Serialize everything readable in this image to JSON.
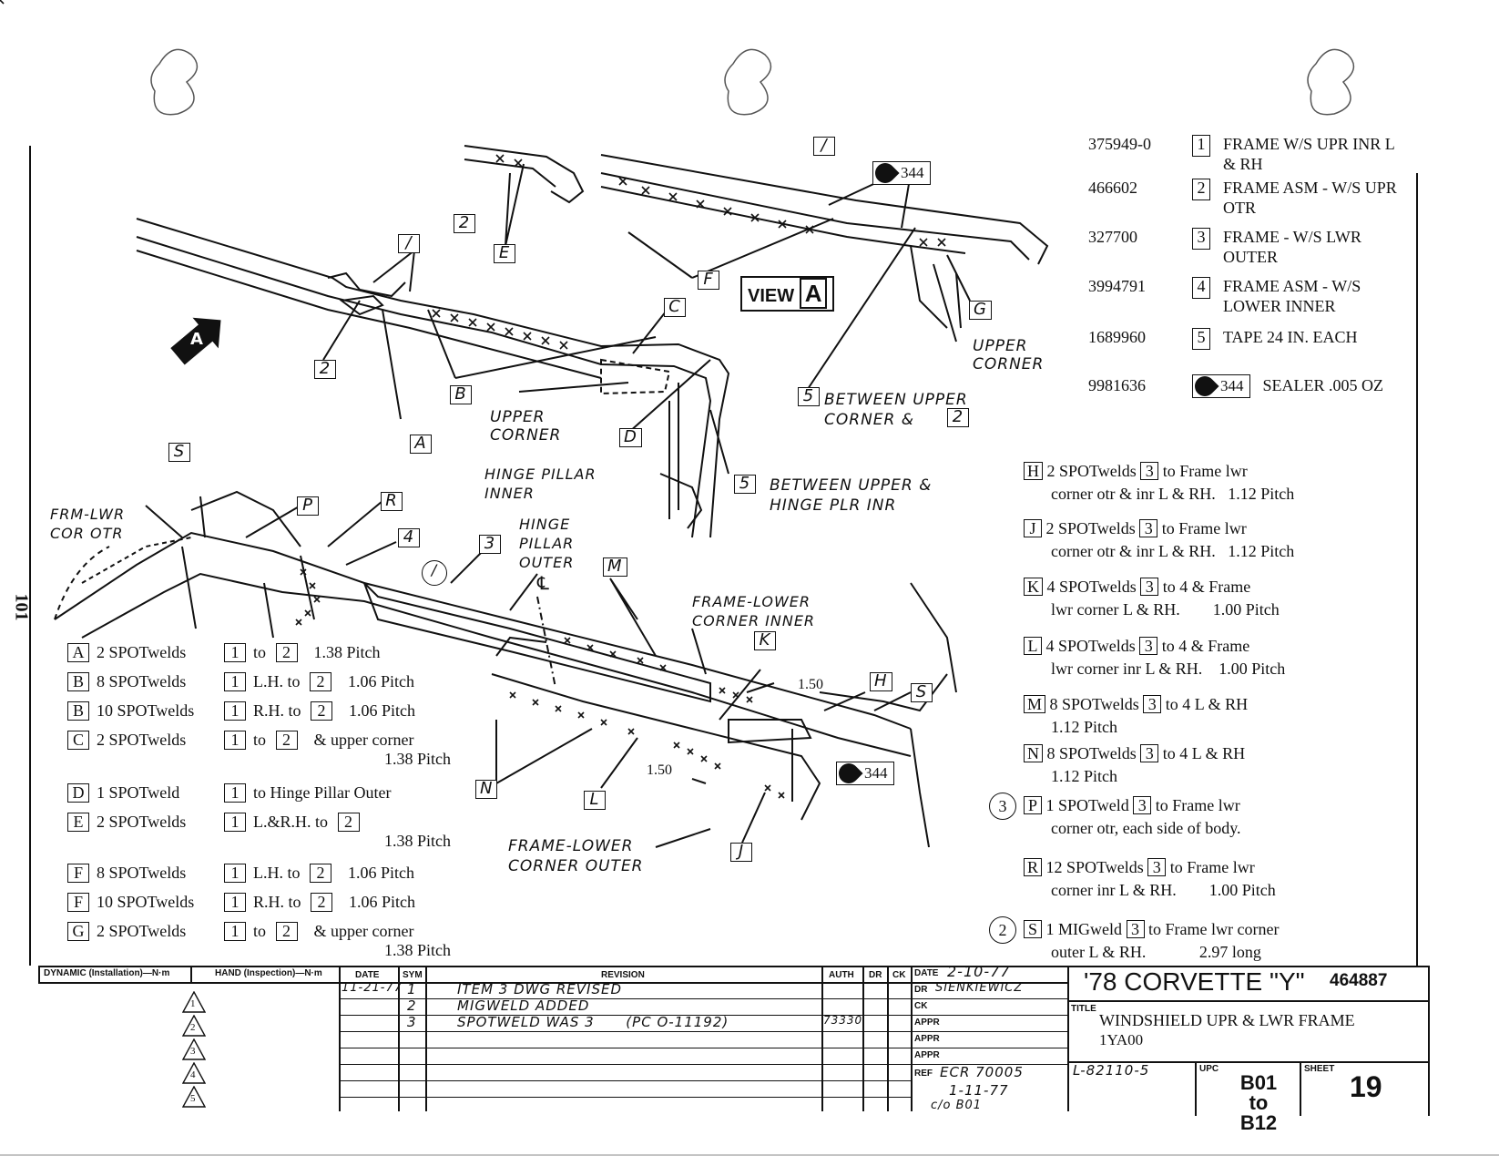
{
  "page_number": "101",
  "view_label": "VIEW",
  "view_letter": "A",
  "arrow_letter": "A",
  "sealer_code": "344",
  "parts": [
    {
      "pn": "375949-0",
      "ref": "1",
      "desc": "FRAME W/S UPR INR L & RH"
    },
    {
      "pn": "466602",
      "ref": "2",
      "desc": "FRAME ASM - W/S UPR OTR"
    },
    {
      "pn": "327700",
      "ref": "3",
      "desc": "FRAME - W/S LWR OUTER"
    },
    {
      "pn": "3994791",
      "ref": "4",
      "desc": "FRAME ASM - W/S LOWER INNER"
    },
    {
      "pn": "1689960",
      "ref": "5",
      "desc": "TAPE 24 IN. EACH"
    },
    {
      "pn": "9981636",
      "ref": "344",
      "desc": "SEALER .005 OZ"
    }
  ],
  "right_notes": [
    {
      "key": "H",
      "text": "2 SPOTwelds",
      "ref": "3",
      "rest": "to Frame lwr",
      "line2": "corner otr & inr L & RH.   1.12 Pitch"
    },
    {
      "key": "J",
      "text": "2 SPOTwelds",
      "ref": "3",
      "rest": "to Frame lwr",
      "line2": "corner otr & inr L & RH.   1.12 Pitch"
    },
    {
      "key": "K",
      "text": "4 SPOTwelds",
      "ref": "3",
      "rest": "to  4  & Frame",
      "line2": "lwr corner L & RH.        1.00 Pitch"
    },
    {
      "key": "L",
      "text": "4 SPOTwelds",
      "ref": "3",
      "rest": "to  4  & Frame",
      "line2": "lwr corner inr L & RH.    1.00 Pitch"
    },
    {
      "key": "M",
      "text": "8 SPOTwelds",
      "ref": "3",
      "rest": "to  4  L & RH",
      "line2": "1.12 Pitch"
    },
    {
      "key": "N",
      "text": "8 SPOTwelds",
      "ref": "3",
      "rest": "to  4  L & RH",
      "line2": "1.12 Pitch"
    },
    {
      "key": "P",
      "text": "1 SPOTweld",
      "ref": "3",
      "rest": "to Frame lwr",
      "line2": "corner otr, each side of body.",
      "circle": "3"
    },
    {
      "key": "R",
      "text": "12 SPOTwelds",
      "ref": "3",
      "rest": "to Frame lwr",
      "line2": "corner inr L & RH.        1.00 Pitch"
    },
    {
      "key": "S",
      "text": "1 MIGweld",
      "ref": "3",
      "rest": "to  Frame lwr corner",
      "line2": "outer L & RH.             2.97 long",
      "circle": "2"
    }
  ],
  "left_notes": [
    {
      "key": "A",
      "text": "2 SPOTwelds",
      "ref": "1",
      "rest": "to",
      "ref2": "2",
      "tail": "1.38 Pitch"
    },
    {
      "key": "B",
      "text": "8 SPOTwelds",
      "ref": "1",
      "rest": "L.H. to",
      "ref2": "2",
      "tail": "1.06 Pitch"
    },
    {
      "key": "B",
      "text": "10 SPOTwelds",
      "ref": "1",
      "rest": "R.H. to",
      "ref2": "2",
      "tail": "1.06 Pitch"
    },
    {
      "key": "C",
      "text": "2 SPOTwelds",
      "ref": "1",
      "rest": "to",
      "ref2": "2",
      "tail": "& upper corner",
      "line2": "1.38 Pitch"
    },
    {
      "key": "D",
      "text": "1 SPOTweld",
      "ref": "1",
      "rest": "to Hinge Pillar Outer",
      "ref2": "",
      "tail": ""
    },
    {
      "key": "E",
      "text": "2 SPOTwelds",
      "ref": "1",
      "rest": "L.&R.H. to",
      "ref2": "2",
      "tail": "",
      "line2": "1.38 Pitch"
    },
    {
      "key": "F",
      "text": "8 SPOTwelds",
      "ref": "1",
      "rest": "L.H. to",
      "ref2": "2",
      "tail": "1.06 Pitch"
    },
    {
      "key": "F",
      "text": "10 SPOTwelds",
      "ref": "1",
      "rest": "R.H. to",
      "ref2": "2",
      "tail": "1.06 Pitch"
    },
    {
      "key": "G",
      "text": "2 SPOTwelds",
      "ref": "1",
      "rest": "to",
      "ref2": "2",
      "tail": "& upper corner",
      "line2": "1.38 Pitch"
    }
  ],
  "callouts": {
    "upper_corner": "UPPER CORNER",
    "upper_corner_right": "UPPER CORNER",
    "between_upper_2": "BETWEEN UPPER CORNER &",
    "between_upper_hinge": "BETWEEN UPPER & HINGE PLR INR",
    "hinge_pillar_inner": "HINGE PILLAR INNER",
    "hinge_pillar_outer": "HINGE PILLAR OUTER",
    "frm_lwr_cor_otr": "FRM-LWR COR OTR",
    "frame_lower_corner_inner": "FRAME-LOWER CORNER INNER",
    "frame_lower_corner_outer": "FRAME-LOWER CORNER OUTER",
    "dim_150_a": "1.50",
    "dim_150_b": "1.50",
    "centerline": "℄"
  },
  "title_block": {
    "dynamic": "DYNAMIC (Installation)—N·m",
    "hand": "HAND (Inspection)—N·m",
    "col_date": "DATE",
    "col_sym": "SYM",
    "col_revision": "REVISION",
    "col_auth": "AUTH",
    "col_dr": "DR",
    "col_ck": "CK",
    "revisions": [
      {
        "date": "11-21-77",
        "sym": "1",
        "text": "ITEM 3 DWG REVISED",
        "auth": ""
      },
      {
        "date": "",
        "sym": "2",
        "text": "MIGWELD ADDED",
        "auth": ""
      },
      {
        "date": "",
        "sym": "3",
        "text": "SPOTWELD WAS 3      (PC O-11192)",
        "auth": "73330"
      }
    ],
    "date_label": "DATE",
    "date_value": "2-10-77",
    "dr_label": "DR",
    "dr_value": "SIENKIEWICZ",
    "ck_label": "CK",
    "appr_label": "APPR",
    "ref_label": "REF",
    "ref_value": "ECR 70005",
    "ref_date": "1-11-77",
    "ref_co": "c/o B01",
    "model": "'78 CORVETTE \"Y\"",
    "drawing_no": "464887",
    "title_label": "TITLE",
    "title": "WINDSHIELD UPR & LWR FRAME",
    "title_code": "1YA00",
    "l_code": "L-82110-5",
    "upc_label": "UPC",
    "upc_value": "B01 to B12",
    "sheet_label": "SHEET",
    "sheet_value": "19",
    "triangles": [
      "1",
      "2",
      "3",
      "4",
      "5"
    ]
  }
}
